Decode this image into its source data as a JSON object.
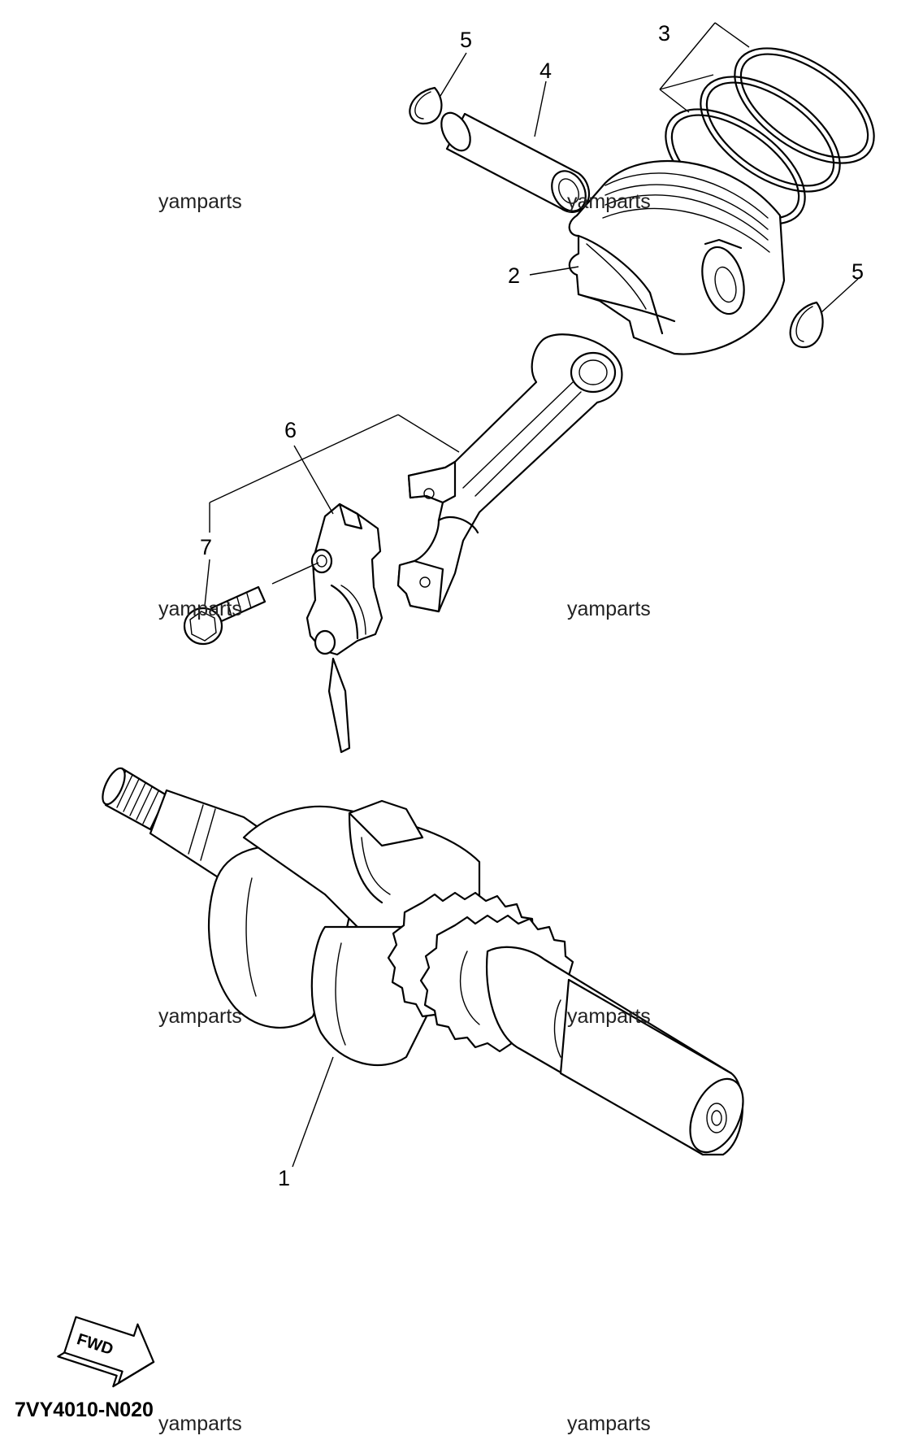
{
  "callouts": {
    "c1": "1",
    "c2": "2",
    "c3": "3",
    "c4": "4",
    "c5a": "5",
    "c5b": "5",
    "c6": "6",
    "c7": "7"
  },
  "watermark": "yamparts",
  "diagram_code": "7VY4010-N020",
  "fwd_label": "FWD"
}
